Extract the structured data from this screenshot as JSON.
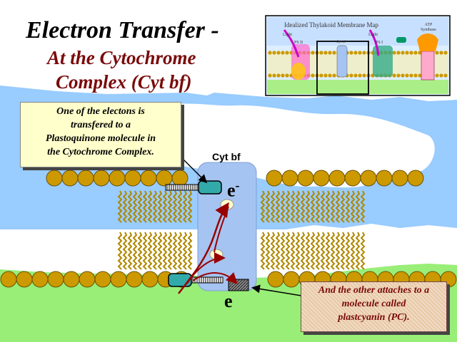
{
  "title": {
    "line1": "Electron Transfer -",
    "line2": "At the Cytochrome",
    "line3": "Complex (Cyt bf)"
  },
  "labels": {
    "cyt_bf": "Cyt bf",
    "e_top": "e",
    "e_top_superscript": "-",
    "e_bottom": "e"
  },
  "callouts": {
    "top_lines": [
      "One of the electons is",
      "transfered to a",
      "Plastoquinone molecule in",
      "the Cytochrome Complex."
    ],
    "bottom_lines": [
      "And the other attaches to a",
      "molecule called",
      "plastcyanin (PC)."
    ]
  },
  "inset": {
    "title": "Idealized Thylakoid Membrane Map",
    "atp_synthase_line1": "ATP",
    "atp_synthase_line2": "Synthase",
    "light_1": "Light",
    "light_2": "Light",
    "ps2": "PS II",
    "cyt_bf": "Cyt bf",
    "ps1": "PS I"
  },
  "colors": {
    "sky": "#99ccff",
    "cloud": "#ffffff",
    "grass": "#99ee77",
    "lipid_head": "#cc9900",
    "complex": "#a6c4f2",
    "plastoquinone": "#33aaaa",
    "arrow": "#990000",
    "callout_top": "#ffffcc",
    "callout_bottom": "#e8c8a6",
    "title_dark_red": "#7a0a0a"
  }
}
